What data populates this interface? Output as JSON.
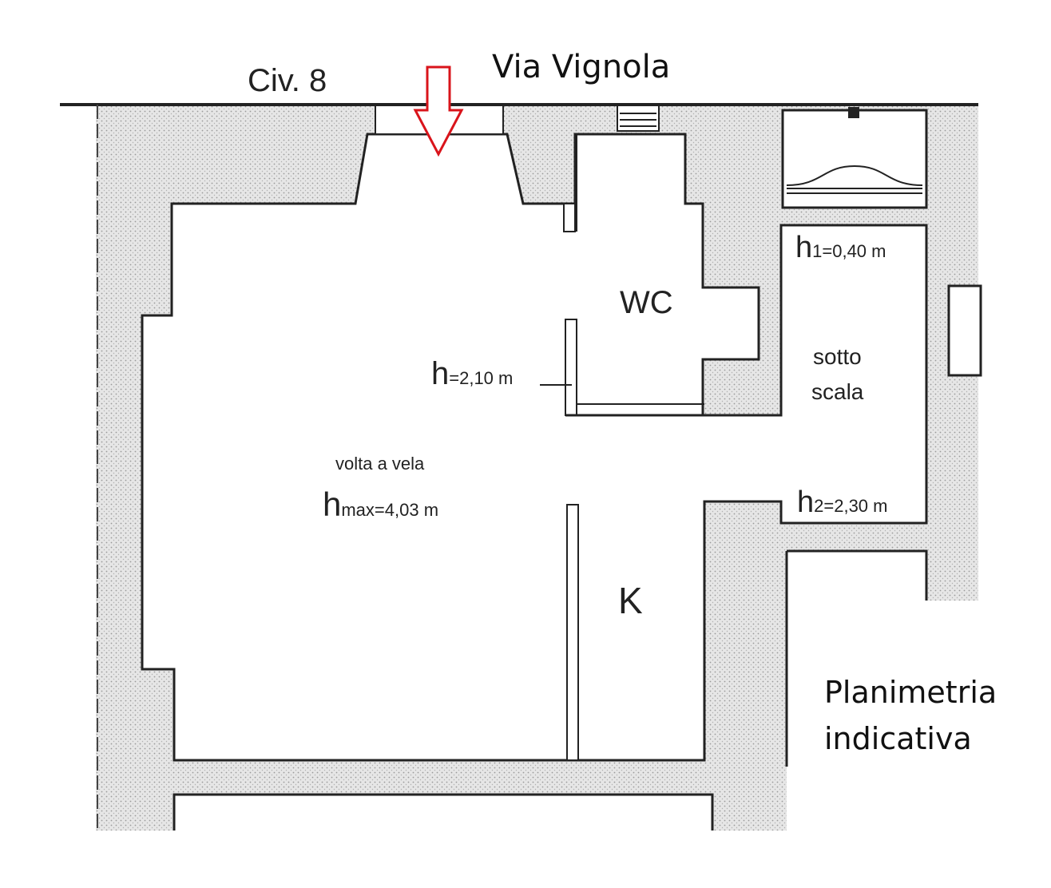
{
  "street": "Via Vignola",
  "civic": "Civ. 8",
  "rooms": {
    "wc": "WC",
    "kitchen": "K",
    "main_line1": "volta a vela",
    "main_h_letter": "h",
    "main_h_sub": "max=4,03 m",
    "wc_h_letter": "h",
    "wc_h_sub": "=2,10 m",
    "under_stairs_line1": "sotto",
    "under_stairs_line2": "scala",
    "h1_letter": "h",
    "h1_sub": "1=0,40 m",
    "h2_letter": "h",
    "h2_sub": "2=2,30 m"
  },
  "caption": {
    "line1": "Planimetria",
    "line2": "indicativa"
  },
  "colors": {
    "wall_fill": "#cfcfcf",
    "line": "#222222",
    "arrow": "#d9141b"
  }
}
